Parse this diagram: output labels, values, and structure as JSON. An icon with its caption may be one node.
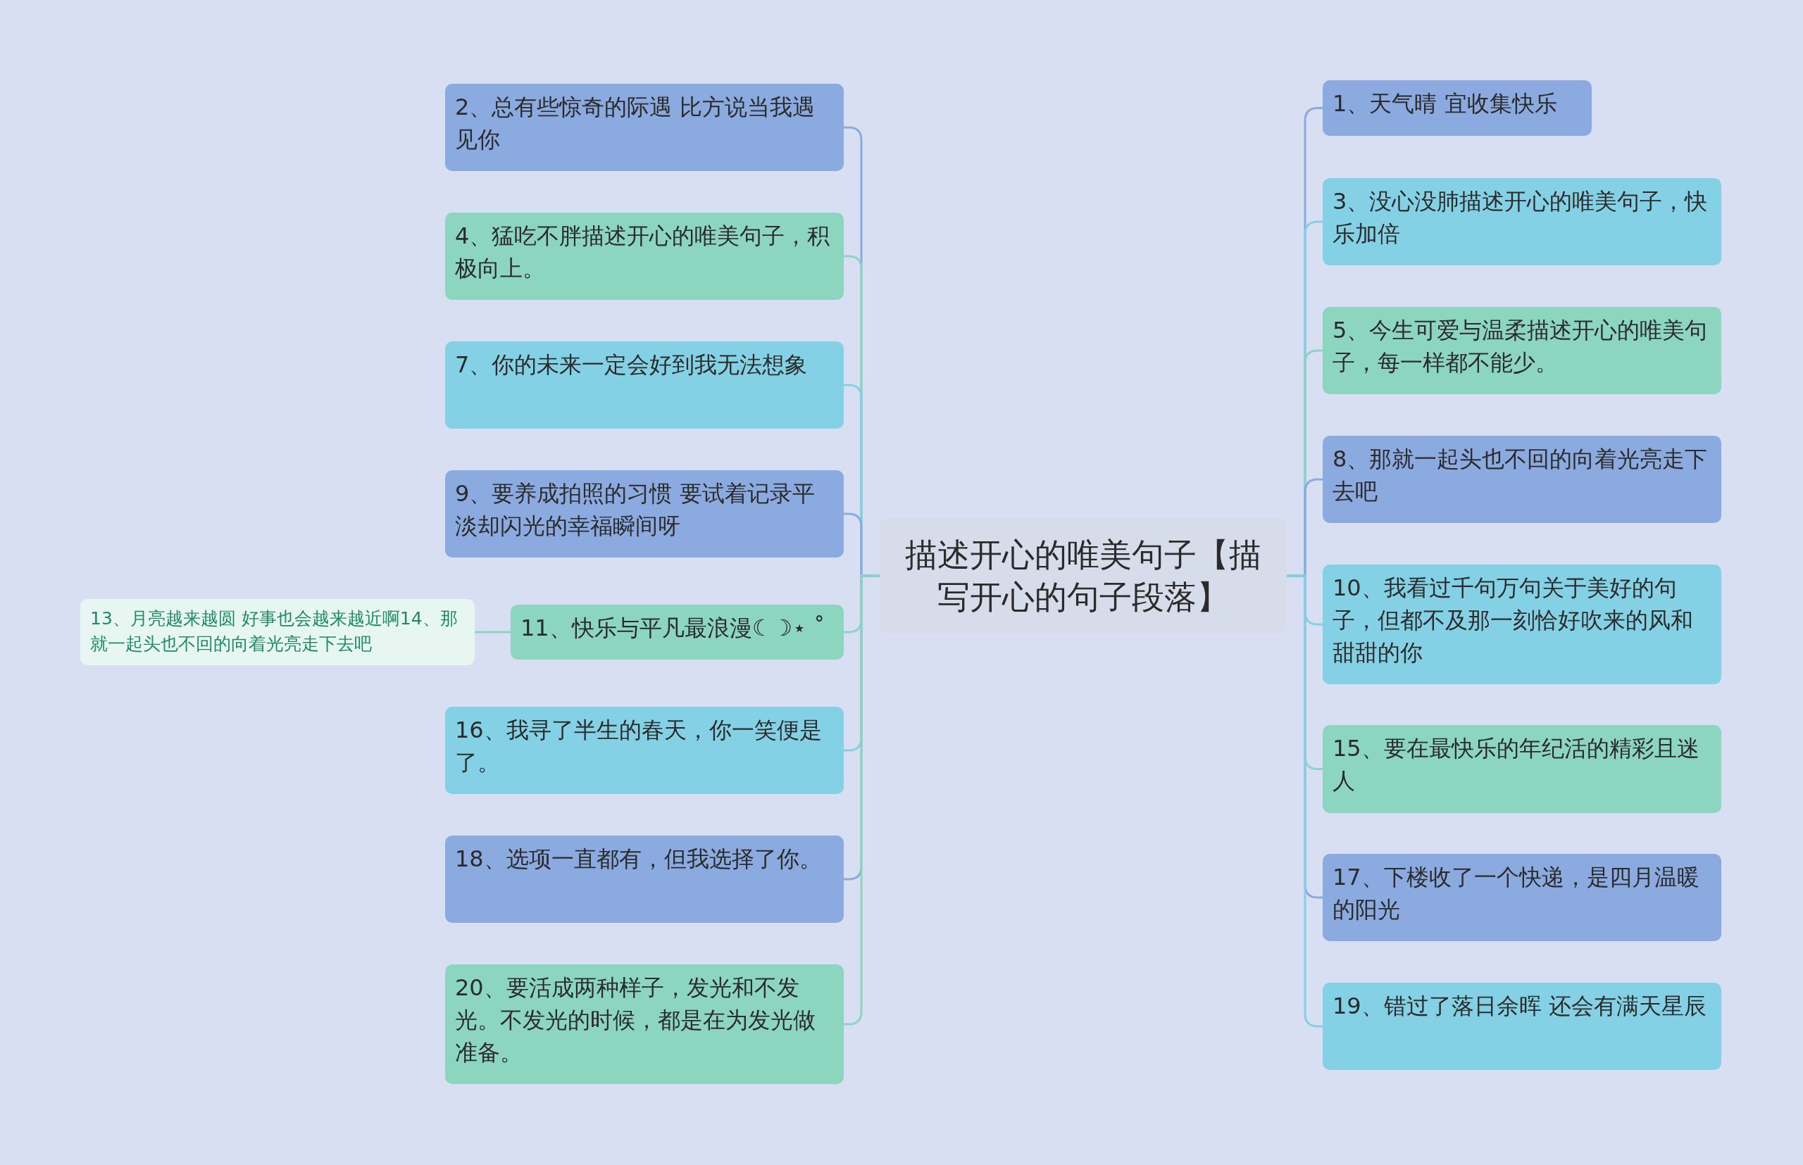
{
  "diagram": {
    "nodes": [
      {
        "text": [
          "描述开心的唯美句子【描写开心的句子段落】"
        ]
      },
      {
        "text": [
          "1、天气晴 宜收集快乐"
        ]
      },
      {
        "text": [
          "2、总有些惊奇的际遇 比方说当我遇见你"
        ]
      },
      {
        "text": [
          "3、没心没肺描述开心的唯美句子，快乐加倍"
        ]
      },
      {
        "text": [
          "4、猛吃不胖描述开心的唯美句子，积极向上。"
        ]
      },
      {
        "text": [
          "5、今生可爱与温柔描述开心的唯美句子，每一样都不能少。"
        ]
      },
      {
        "text": [
          "7、你的未来一定会好到我无法想象"
        ]
      },
      {
        "text": [
          "8、那就一起头也不回的向着光亮走下去吧"
        ]
      },
      {
        "text": [
          "9、要养成拍照的习惯 要试着记录平淡却闪光的幸福瞬间呀"
        ]
      },
      {
        "text": [
          "10、我看过千句万句关于美好的句子，但都不及那一刻恰好吹来的风和甜甜的你"
        ]
      },
      {
        "text": [
          "11、快乐与平凡最浪漫☾☽⋆ ˚"
        ]
      },
      {
        "text": [
          "13、月亮越来越圆 好事也会越来越近啊14、那就一起头也不回的向着光亮走下去吧"
        ]
      },
      {
        "text": [
          "15、要在最快乐的年纪活的精彩且迷人"
        ]
      },
      {
        "text": [
          "16、我寻了半生的春天，你一笑便是了。"
        ]
      },
      {
        "text": [
          "17、下楼收了一个快递，是四月温暖的阳光"
        ]
      },
      {
        "text": [
          "18、选项一直都有，但我选择了你。"
        ]
      },
      {
        "text": [
          "19、错过了落日余晖 还会有满天星辰"
        ]
      },
      {
        "text": [
          "20、要活成两种样子，发光和不发光。不发光的时候，都是在为发光做准备。"
        ]
      }
    ],
    "edges": [
      {
        "from": 0,
        "to": 1,
        "arrow": "none",
        "color": "#8aaae0"
      },
      {
        "from": 0,
        "to": 2,
        "arrow": "none",
        "color": "#8aaae0"
      },
      {
        "from": 0,
        "to": 3,
        "arrow": "none",
        "color": "#84d0e4"
      },
      {
        "from": 0,
        "to": 4,
        "arrow": "none",
        "color": "#8cd6c0"
      },
      {
        "from": 0,
        "to": 5,
        "arrow": "none",
        "color": "#8cd6c0"
      },
      {
        "from": 0,
        "to": 6,
        "arrow": "none",
        "color": "#84d0e4"
      },
      {
        "from": 0,
        "to": 7,
        "arrow": "none",
        "color": "#8aaae0"
      },
      {
        "from": 0,
        "to": 8,
        "arrow": "none",
        "color": "#8aaae0"
      },
      {
        "from": 0,
        "to": 9,
        "arrow": "none",
        "color": "#84d0e4"
      },
      {
        "from": 0,
        "to": 10,
        "arrow": "none",
        "color": "#8cd6c0"
      },
      {
        "from": 10,
        "to": 11,
        "arrow": "none",
        "color": "#8cd6c0"
      },
      {
        "from": 0,
        "to": 12,
        "arrow": "none",
        "color": "#8cd6c0"
      },
      {
        "from": 0,
        "to": 13,
        "arrow": "none",
        "color": "#84d0e4"
      },
      {
        "from": 0,
        "to": 14,
        "arrow": "none",
        "color": "#8aaae0"
      },
      {
        "from": 0,
        "to": 15,
        "arrow": "none",
        "color": "#8aaae0"
      },
      {
        "from": 0,
        "to": 16,
        "arrow": "none",
        "color": "#84d0e4"
      },
      {
        "from": 0,
        "to": 17,
        "arrow": "none",
        "color": "#8cd6c0"
      }
    ]
  }
}
